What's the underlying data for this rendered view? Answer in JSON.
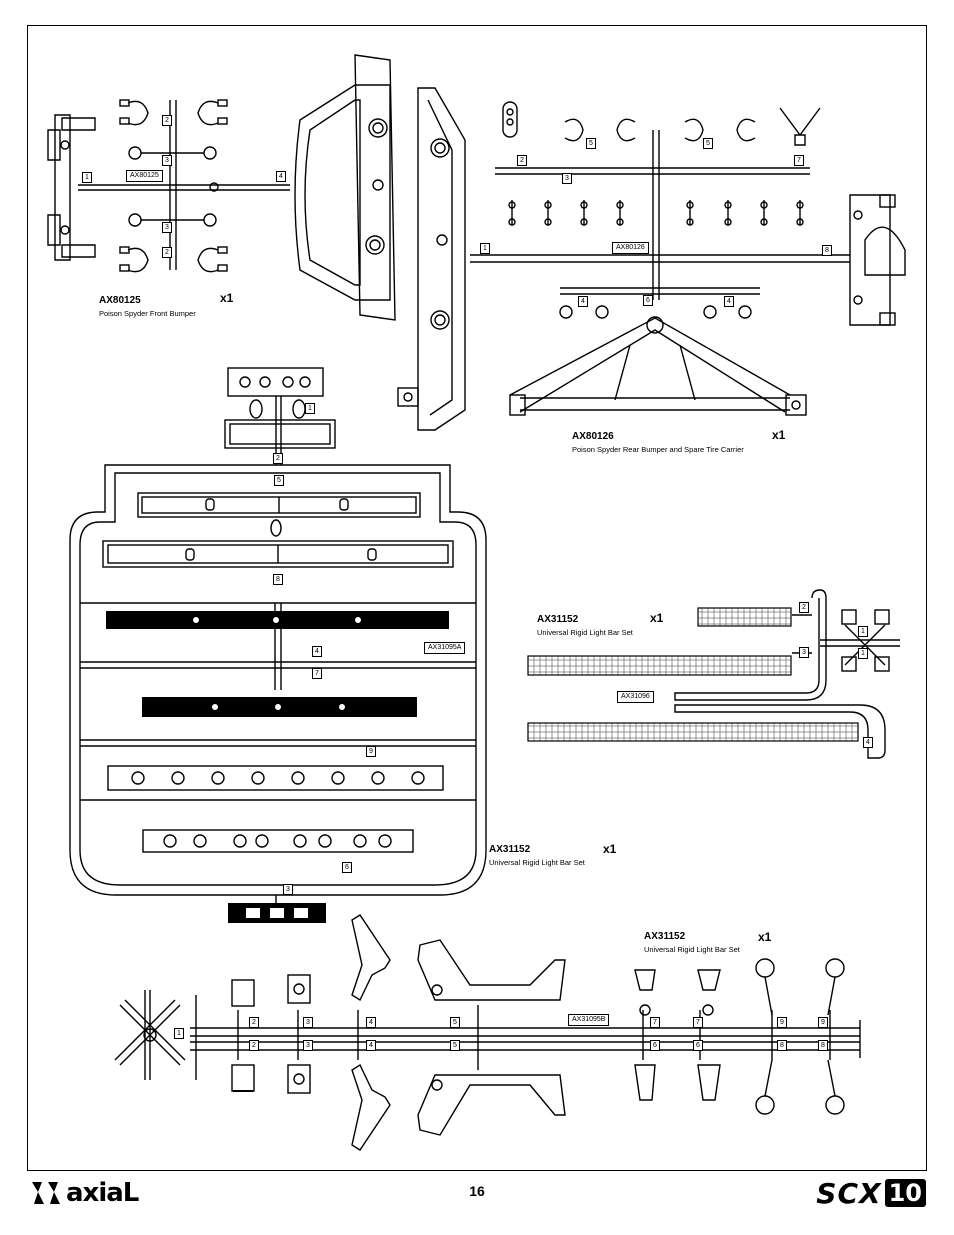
{
  "page_number": "16",
  "brand": {
    "left_logo_text": "axiaL",
    "right_logo_text": "SCX",
    "right_logo_badge": "10"
  },
  "parts": {
    "front_bumper": {
      "code": "AX80125",
      "description": "Poison Spyder Front Bumper",
      "qty": "x1",
      "tree_tag": "AX80125"
    },
    "rear_bumper": {
      "code": "AX80126",
      "description": "Poison Spyder Rear Bumper and Spare Tire Carrier",
      "qty": "x1",
      "tree_tag": "AX80126"
    },
    "light_bar_a": {
      "code": "AX31152",
      "description": "Universal Rigid Light Bar Set",
      "qty": "x1",
      "tree_tag": "AX31096"
    },
    "light_bar_b": {
      "code": "AX31152",
      "description": "Universal Rigid Light Bar Set",
      "qty": "x1",
      "tree_tag": "AX31095A"
    },
    "light_bar_c": {
      "code": "AX31152",
      "description": "Universal Rigid Light Bar Set",
      "qty": "x1",
      "tree_tag": "AX31095B"
    }
  },
  "part_numbers": {
    "front": [
      "1",
      "2",
      "3",
      "4",
      "3",
      "2"
    ],
    "rear": [
      "1",
      "2",
      "3",
      "5",
      "5",
      "7",
      "8",
      "4",
      "6",
      "4"
    ],
    "center": [
      "1",
      "2",
      "5",
      "8",
      "4",
      "7",
      "9",
      "6",
      "3"
    ],
    "right": [
      "2",
      "3",
      "1",
      "1",
      "4"
    ],
    "bottom": [
      "1",
      "2",
      "3",
      "4",
      "5",
      "7",
      "7",
      "9",
      "9",
      "2",
      "3",
      "4",
      "5",
      "6",
      "6",
      "8",
      "8"
    ]
  }
}
